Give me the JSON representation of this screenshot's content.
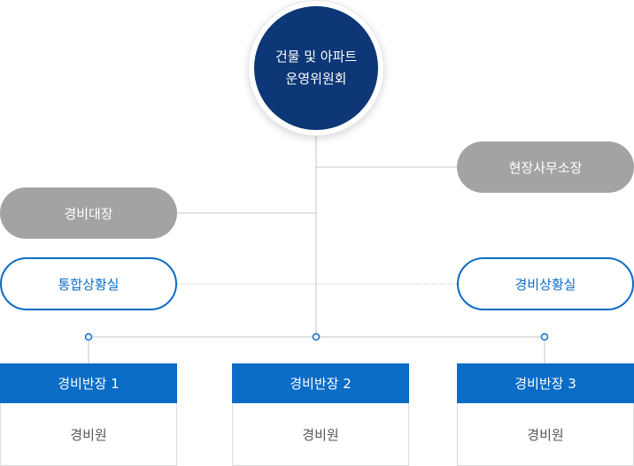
{
  "root": {
    "line1": "건물 및 아파트",
    "line2": "운영위원회"
  },
  "nodes": {
    "site_office_chief": "현장사무소장",
    "security_chief": "경비대장",
    "integrated_control_room": "통합상황실",
    "security_control_room": "경비상황실"
  },
  "units": [
    {
      "title": "경비반장 1",
      "member": "경비원"
    },
    {
      "title": "경비반장 2",
      "member": "경비원"
    },
    {
      "title": "경비반장 3",
      "member": "경비원"
    }
  ],
  "colors": {
    "root_fill": "#0d3776",
    "grey_node": "#a3a3a3",
    "accent_blue": "#0b6cc6",
    "line": "#c4c4c4"
  }
}
